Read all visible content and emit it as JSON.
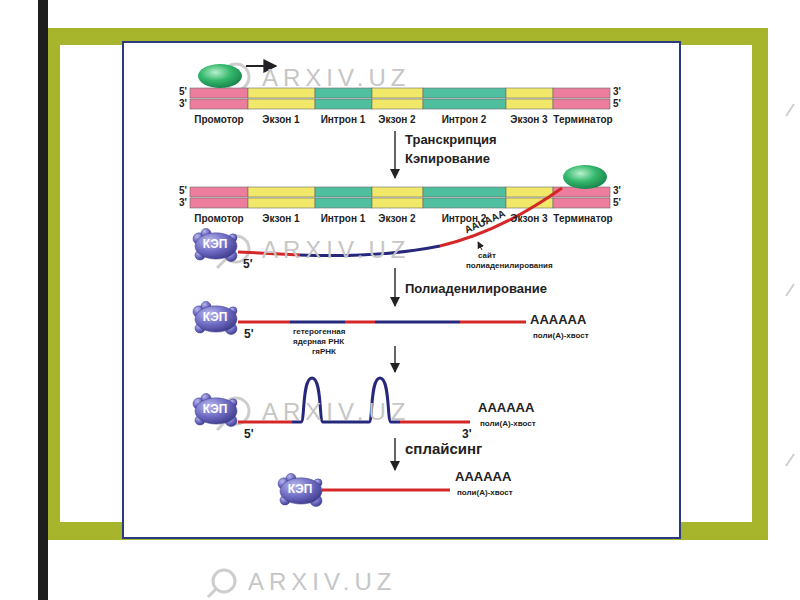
{
  "diagram": {
    "nodes": [
      {
        "text": [
          "КЭП"
        ]
      },
      {
        "text": [
          "КЭП"
        ]
      },
      {
        "text": [
          "КЭП"
        ]
      },
      {
        "text": [
          "КЭП"
        ]
      }
    ],
    "labels": [
      "5'",
      "3'",
      "3'",
      "5'",
      "Промотор",
      "Экзон 1",
      "Интрон 1",
      "Экзон 2",
      "Интрон 2",
      "Экзон 3",
      "Терминатор",
      "Транскрипция",
      "Кэпирование",
      "5'",
      "3'",
      "3'",
      "5'",
      "Промотор",
      "Экзон 1",
      "Интрон 1",
      "Экзон 2",
      "Интрон 2",
      "Экзон 3",
      "Терминатор",
      "AAUAAA",
      "сайт",
      "полиаденилирования",
      "5'",
      "Полиаденилирование",
      "5'",
      "гетерогенная",
      "ядерная РНК",
      "гяРНК",
      "AAAAAA",
      "поли(А)-хвост",
      "5'",
      "AAAAAA",
      "поли(А)-хвост",
      "3'",
      "сплайсинг",
      "AAAAAA",
      "поли(А)-хвост",
      "ARXIV.UZ",
      "ARXIV.UZ",
      "ARXIV.UZ",
      "ARXIV.UZ"
    ]
  }
}
